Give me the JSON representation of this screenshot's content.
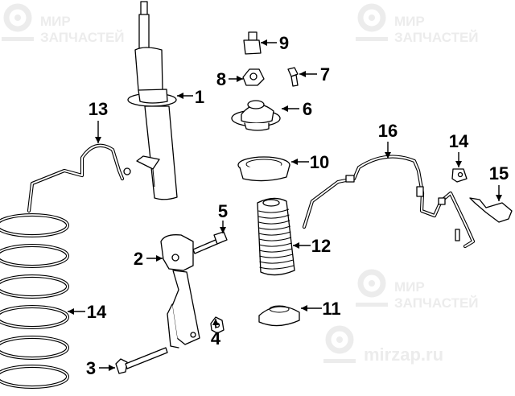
{
  "watermark": {
    "brand_line1": "МИР",
    "brand_line2": "ЗАПЧАСТЕЙ",
    "domain": "mirzap.ru",
    "color": "#ececec"
  },
  "callouts": [
    {
      "id": "c1",
      "label": "1"
    },
    {
      "id": "c2",
      "label": "2"
    },
    {
      "id": "c3",
      "label": "3"
    },
    {
      "id": "c4",
      "label": "4"
    },
    {
      "id": "c5",
      "label": "5"
    },
    {
      "id": "c6",
      "label": "6"
    },
    {
      "id": "c7",
      "label": "7"
    },
    {
      "id": "c8",
      "label": "8"
    },
    {
      "id": "c9",
      "label": "9"
    },
    {
      "id": "c10",
      "label": "10"
    },
    {
      "id": "c11",
      "label": "11"
    },
    {
      "id": "c12",
      "label": "12"
    },
    {
      "id": "c13",
      "label": "13"
    },
    {
      "id": "c14a",
      "label": "14"
    },
    {
      "id": "c14b",
      "label": "14"
    },
    {
      "id": "c15",
      "label": "15"
    },
    {
      "id": "c16",
      "label": "16"
    }
  ]
}
